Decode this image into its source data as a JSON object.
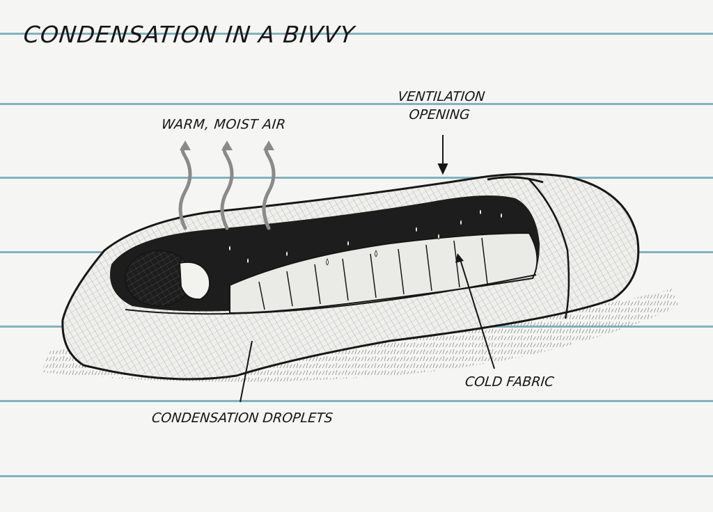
{
  "diagram": {
    "title": "CONDENSATION IN A BIVVY",
    "labels": {
      "warm_air": "WARM, MOIST AIR",
      "vent_line1": "VENTILATION",
      "vent_line2": "OPENING",
      "cold_fabric": "COLD FABRIC",
      "droplets": "CONDENSATION DROPLETS"
    },
    "colors": {
      "paper": "#f5f5f4",
      "ruled_line": "#7fb3bd",
      "ink": "#161616",
      "air_arrow": "#8a8a8a",
      "interior": "#1d1d1d"
    },
    "icons": [
      "wavy-up-arrow-icon",
      "down-arrow-icon",
      "droplet-icon"
    ]
  }
}
